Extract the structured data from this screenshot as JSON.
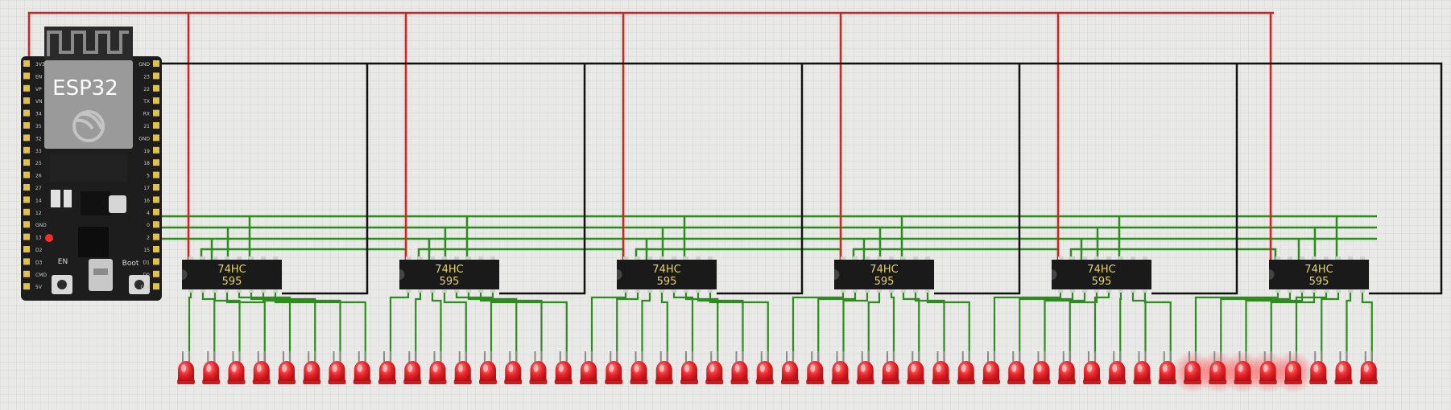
{
  "board": {
    "title": "ESP32",
    "en_label": "EN",
    "boot_label": "Boot",
    "left_pins": [
      "3V3",
      "EN",
      "VP",
      "VN",
      "34",
      "35",
      "32",
      "33",
      "25",
      "26",
      "27",
      "14",
      "12",
      "GND",
      "13",
      "D2",
      "D3",
      "CMD",
      "5V"
    ],
    "right_pins": [
      "GND",
      "23",
      "22",
      "TX",
      "RX",
      "21",
      "GND",
      "19",
      "18",
      "5",
      "17",
      "16",
      "4",
      "0",
      "2",
      "15",
      "D1",
      "D0",
      "CLK"
    ]
  },
  "chips": [
    {
      "line1": "74HC",
      "line2": "595"
    },
    {
      "line1": "74HC",
      "line2": "595"
    },
    {
      "line1": "74HC",
      "line2": "595"
    },
    {
      "line1": "74HC",
      "line2": "595"
    },
    {
      "line1": "74HC",
      "line2": "595"
    },
    {
      "line1": "74HC",
      "line2": "595"
    }
  ],
  "leds": {
    "count": 48,
    "lit": [
      40,
      41,
      42,
      43,
      44
    ]
  },
  "colors": {
    "power_wire": "#e31b1b",
    "ground_wire": "#111111",
    "signal_wire": "#2e8b1f",
    "led": "#e8262a",
    "led_glow": "#ff3b3b",
    "chip_body": "#1a1a1a",
    "chip_text": "#e6d36a",
    "board": "#1d1d1d",
    "background": "#e9e9e7"
  }
}
